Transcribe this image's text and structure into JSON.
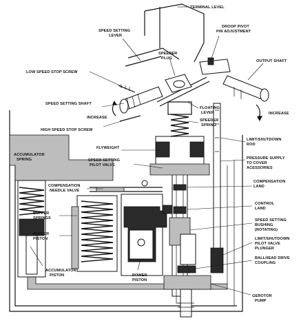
{
  "diagram": {
    "labels": {
      "terminal_level": "TERMINAL LEVEL",
      "droop_pivot_1": "DROOP PIVOT",
      "droop_pivot_2": "PIN ADJUSTMENT",
      "speed_setting_lever_1": "SPEED SETTING",
      "speed_setting_lever_2": "LEVER",
      "speeder_plug_1": "SPEEDER",
      "speeder_plug_2": "PLUG",
      "output_shaft": "OUTPUT SHAFT",
      "low_speed_stop_screw": "LOW SPEED STOP SCREW",
      "speed_setting_shaft": "SPEED SETTING SHAFT",
      "increase_left": "INCREASE",
      "high_speed_stop_screw": "HIGH SPEED STOP SCREW",
      "floating_lever_1": "FLOATING",
      "floating_lever_2": "LEVER",
      "speeder_spring_1": "SPEEDER",
      "speeder_spring_2": "SPRING",
      "increase_right": "INCREASE",
      "flyweight": "FLYWEIGHT",
      "limit_shutdown_rod_1": "LIMIT/SHUTDOWN",
      "limit_shutdown_rod_2": "ROD",
      "accumulator_spring_1": "ACCUMULATOR",
      "accumulator_spring_2": "SPRING",
      "speed_setting_pilot_valve_1": "SPEED SETTING",
      "speed_setting_pilot_valve_2": "PILOT VALVE",
      "pressure_supply_1": "PRESSURE SUPPLY",
      "pressure_supply_2": "TO COVER",
      "pressure_supply_3": "ACESSORIES",
      "compensation_needle_valve_1": "COMPENSATION",
      "compensation_needle_valve_2": "NEEDLE VALVE",
      "compensation_land_1": "COMPENSATION",
      "compensation_land_2": "LAND",
      "buffer_springs_1": "BUFFER",
      "buffer_springs_2": "SPRINGS",
      "control_land_1": "CONTROL",
      "control_land_2": "LAND",
      "buffer_piston_1": "BUFFER",
      "buffer_piston_2": "PISTON",
      "speed_setting_bushing_1": "SPEED SETTING",
      "speed_setting_bushing_2": "BUSHING",
      "speed_setting_bushing_3": "(ROTATING)",
      "limit_shutdown_pilot_1": "LIMIT/SHUTDOWN",
      "limit_shutdown_pilot_2": "PILOT VALVE",
      "limit_shutdown_pilot_3": "PLUNGER",
      "ballhead_drive_1": "BALLHEAD DRIVE",
      "ballhead_drive_2": "COUPLING",
      "accumulator_piston_1": "ACCUMULATOR",
      "accumulator_piston_2": "PISTON",
      "power_piston_1": "POWER",
      "power_piston_2": "PISTON",
      "gerotor_pump_1": "GEROTOR",
      "gerotor_pump_2": "PUMP"
    }
  }
}
